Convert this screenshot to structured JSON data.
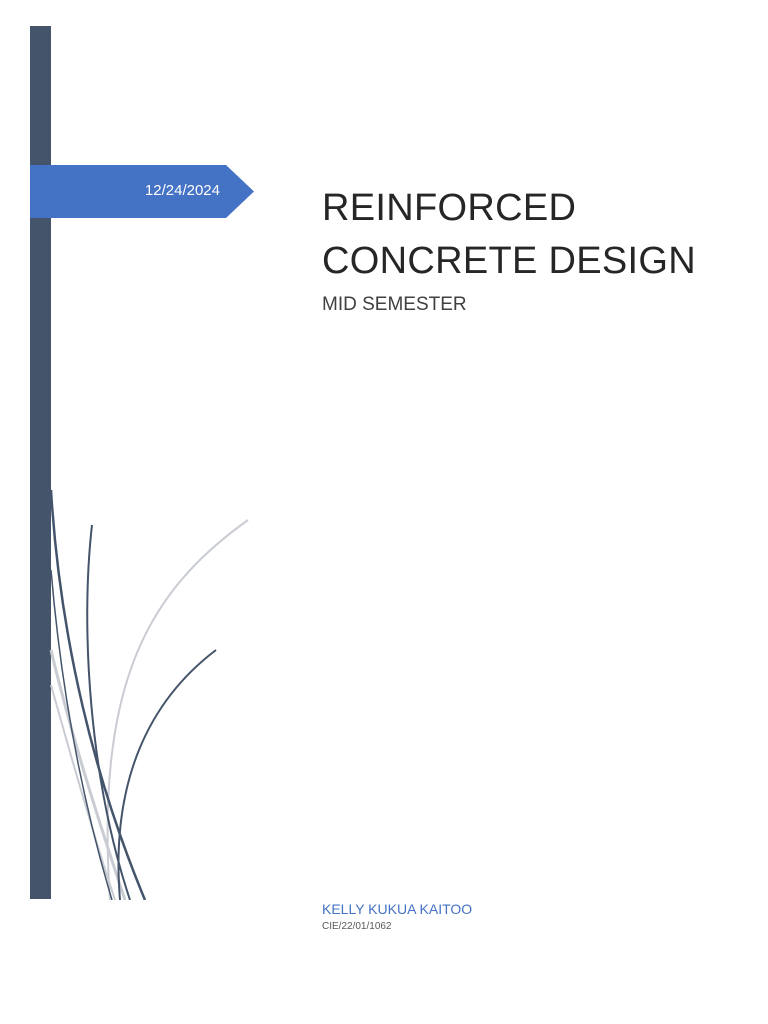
{
  "cover": {
    "date": "12/24/2024",
    "title_line1": "REINFORCED",
    "title_line2": "CONCRETE DESIGN",
    "subtitle": "MID SEMESTER",
    "author": "KELLY KUKUA KAITOO",
    "student_id": "CIE/22/01/1062"
  },
  "colors": {
    "side_bar": "#44546a",
    "date_tab": "#4472c4",
    "author_text": "#4472c4",
    "curve_dark": "#44546a",
    "curve_light": "#c9ccd3"
  }
}
